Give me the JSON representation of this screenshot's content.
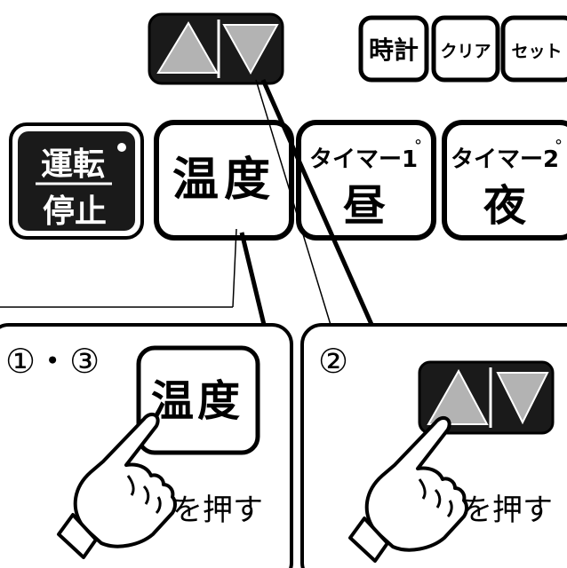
{
  "colors": {
    "ink": "#000000",
    "paper": "#ffffff",
    "button_dark": "#1a1a1a",
    "arrow_gray": "#b3b3b3"
  },
  "top_buttons": {
    "clock": "時計",
    "clear": "クリア",
    "set": "セット"
  },
  "main_buttons": {
    "run_stop_top": "運転",
    "run_stop_bottom": "停止",
    "temperature": "温度",
    "timer1_top": "タイマー1",
    "timer1_bottom": "昼",
    "timer2_top": "タイマー2",
    "timer2_bottom": "夜"
  },
  "step_panels": {
    "left_step": "①・③",
    "left_button": "温度",
    "left_action": "を押す",
    "right_step": "②",
    "right_action": "を押す"
  },
  "icons": [
    "up-arrow-icon",
    "down-arrow-icon",
    "pointing-hand-icon",
    "led-dot-icon"
  ]
}
